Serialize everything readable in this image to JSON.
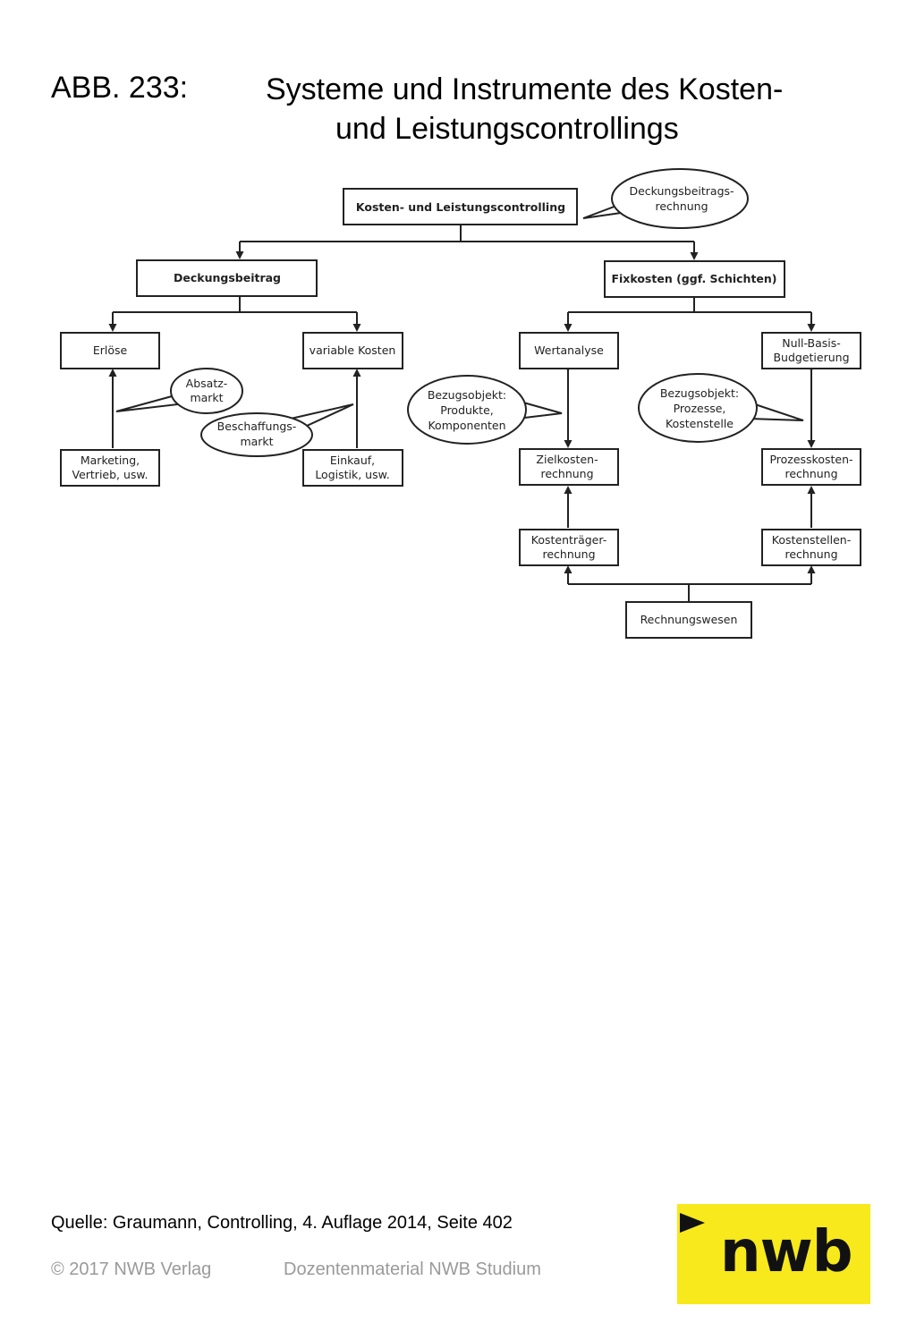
{
  "header": {
    "label": "ABB. 233:",
    "title_line1": "Systeme und Instrumente des Kosten-",
    "title_line2": "und Leistungscontrollings"
  },
  "diagram": {
    "nodes": {
      "root": "Kosten- und Leistungscontrolling",
      "deckungsbeitrag": "Deckungsbeitrag",
      "fixkosten": "Fixkosten (ggf. Schichten)",
      "erloese": "Erlöse",
      "variable_kosten": "variable Kosten",
      "wertanalyse": "Wertanalyse",
      "null_basis": [
        "Null-Basis-",
        "Budgetierung"
      ],
      "marketing": [
        "Marketing,",
        "Vertrieb, usw."
      ],
      "einkauf": [
        "Einkauf,",
        "Logistik, usw."
      ],
      "zielkosten": [
        "Zielkosten-",
        "rechnung"
      ],
      "prozesskosten": [
        "Prozesskosten-",
        "rechnung"
      ],
      "kostentraeger": [
        "Kostenträger-",
        "rechnung"
      ],
      "kostenstellen": [
        "Kostenstellen-",
        "rechnung"
      ],
      "rechnungswesen": "Rechnungswesen"
    },
    "bubbles": {
      "deckungsbeitragsrechnung": [
        "Deckungsbeitrags-",
        "rechnung"
      ],
      "absatzmarkt": [
        "Absatz-",
        "markt"
      ],
      "beschaffungsmarkt": [
        "Beschaffungs-",
        "markt"
      ],
      "bezugsobjekt_produkte": [
        "Bezugsobjekt:",
        "Produkte,",
        "Komponenten"
      ],
      "bezugsobjekt_prozesse": [
        "Bezugsobjekt:",
        "Prozesse,",
        "Kostenstelle"
      ]
    }
  },
  "footer": {
    "source": "Quelle: Graumann, Controlling, 4. Auflage 2014, Seite 402",
    "copyright": "© 2017 NWB Verlag",
    "course": "Dozentenmaterial NWB Studium",
    "logo_text": "nwb"
  },
  "colors": {
    "logo_bg": "#f7e91b",
    "footer_text": "#9a9a9a"
  }
}
